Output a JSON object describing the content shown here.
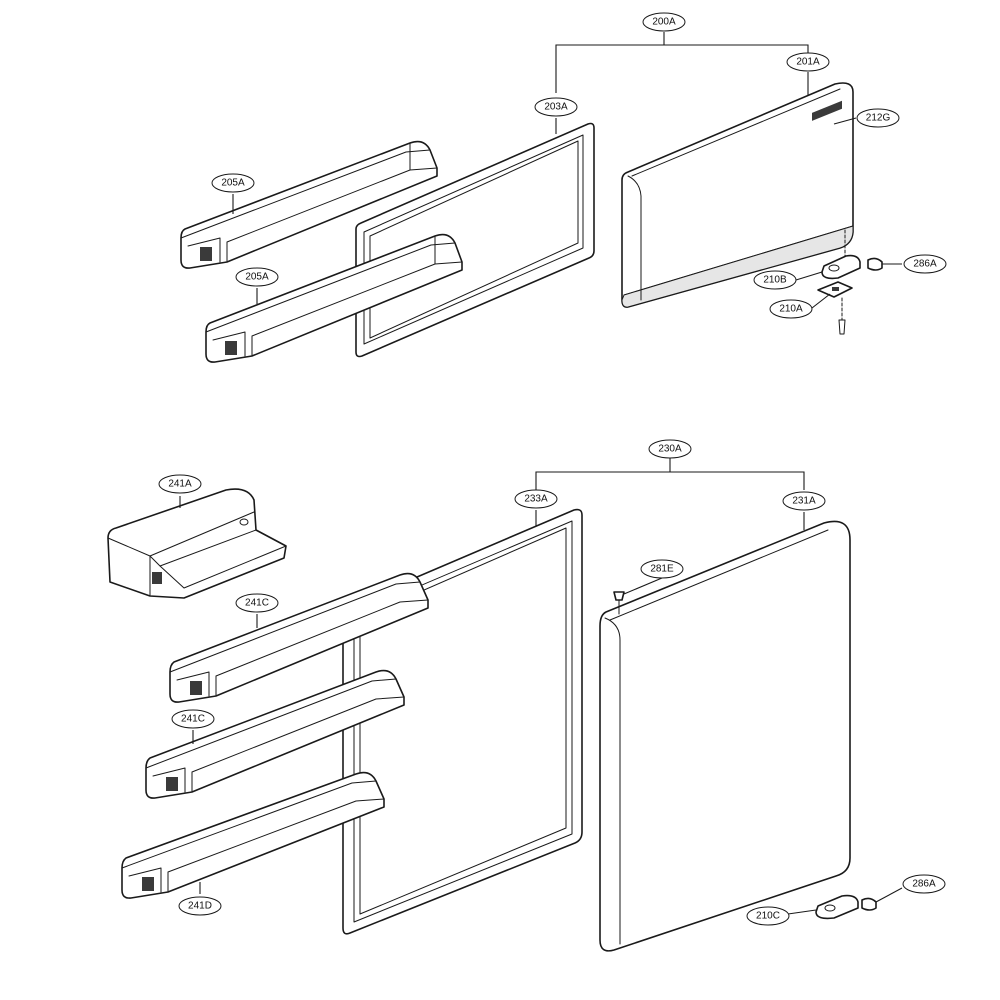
{
  "callouts": {
    "c200A": "200A",
    "c201A": "201A",
    "c212G": "212G",
    "c203A": "203A",
    "c205A_1": "205A",
    "c205A_2": "205A",
    "c210B": "210B",
    "c210A": "210A",
    "c286A_1": "286A",
    "c230A": "230A",
    "c233A": "233A",
    "c231A": "231A",
    "c241A": "241A",
    "c241C_1": "241C",
    "c241C_2": "241C",
    "c241D": "241D",
    "c281E": "281E",
    "c210C": "210C",
    "c286A_2": "286A"
  }
}
